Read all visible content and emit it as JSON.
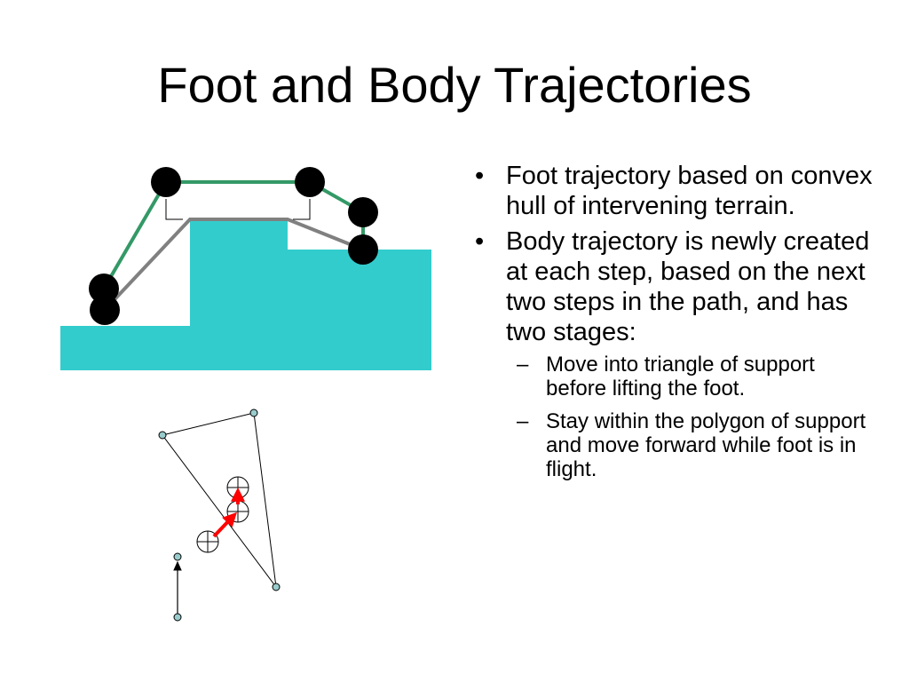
{
  "slide": {
    "title": "Foot and Body Trajectories",
    "bullets": [
      {
        "mark": "•",
        "text": "Foot trajectory based on convex hull of intervening terrain."
      },
      {
        "mark": "•",
        "text": "Body trajectory is newly created at each step, based on the next two steps in the path, and has two stages:",
        "sub": [
          {
            "mark": "–",
            "text": "Move into triangle of support before lifting the foot."
          },
          {
            "mark": "–",
            "text": "Stay within the polygon of support and move forward while foot is in flight."
          }
        ]
      }
    ]
  },
  "colors": {
    "terrain": "#33cccc",
    "foot_trajectory": "#339966",
    "body_trajectory": "#808080",
    "foot_marker": "#000000",
    "support_point": "#99cccc",
    "body_motion_arrow": "#ff0000"
  },
  "icons": {
    "foot": "filled-circle",
    "body_center": "circled-plus",
    "support_point": "small-circle"
  }
}
